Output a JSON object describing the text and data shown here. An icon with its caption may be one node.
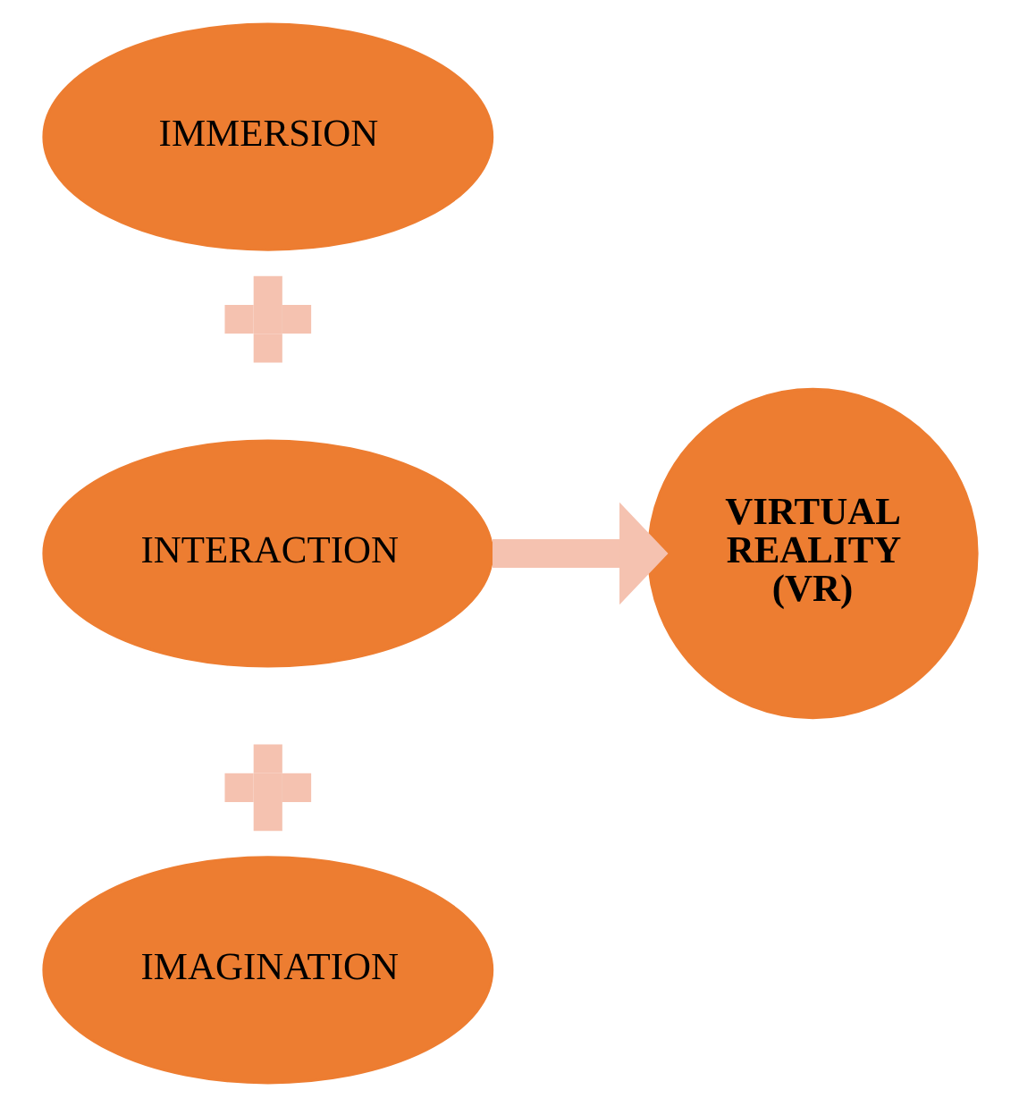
{
  "diagram": {
    "nodes": [
      {
        "text": [
          "IMMERSION"
        ]
      },
      {
        "text": [],
        "shape": "plus"
      },
      {
        "text": [
          "INTERACTION"
        ]
      },
      {
        "text": [],
        "shape": "plus"
      },
      {
        "text": [
          "IMAGINATION"
        ]
      },
      {
        "text": [
          "VIRTUAL REALITY (VR)"
        ]
      }
    ],
    "edges": [
      {
        "from": 2,
        "to": 5,
        "arrow": "to",
        "color": "#f5c2b0"
      }
    ]
  }
}
